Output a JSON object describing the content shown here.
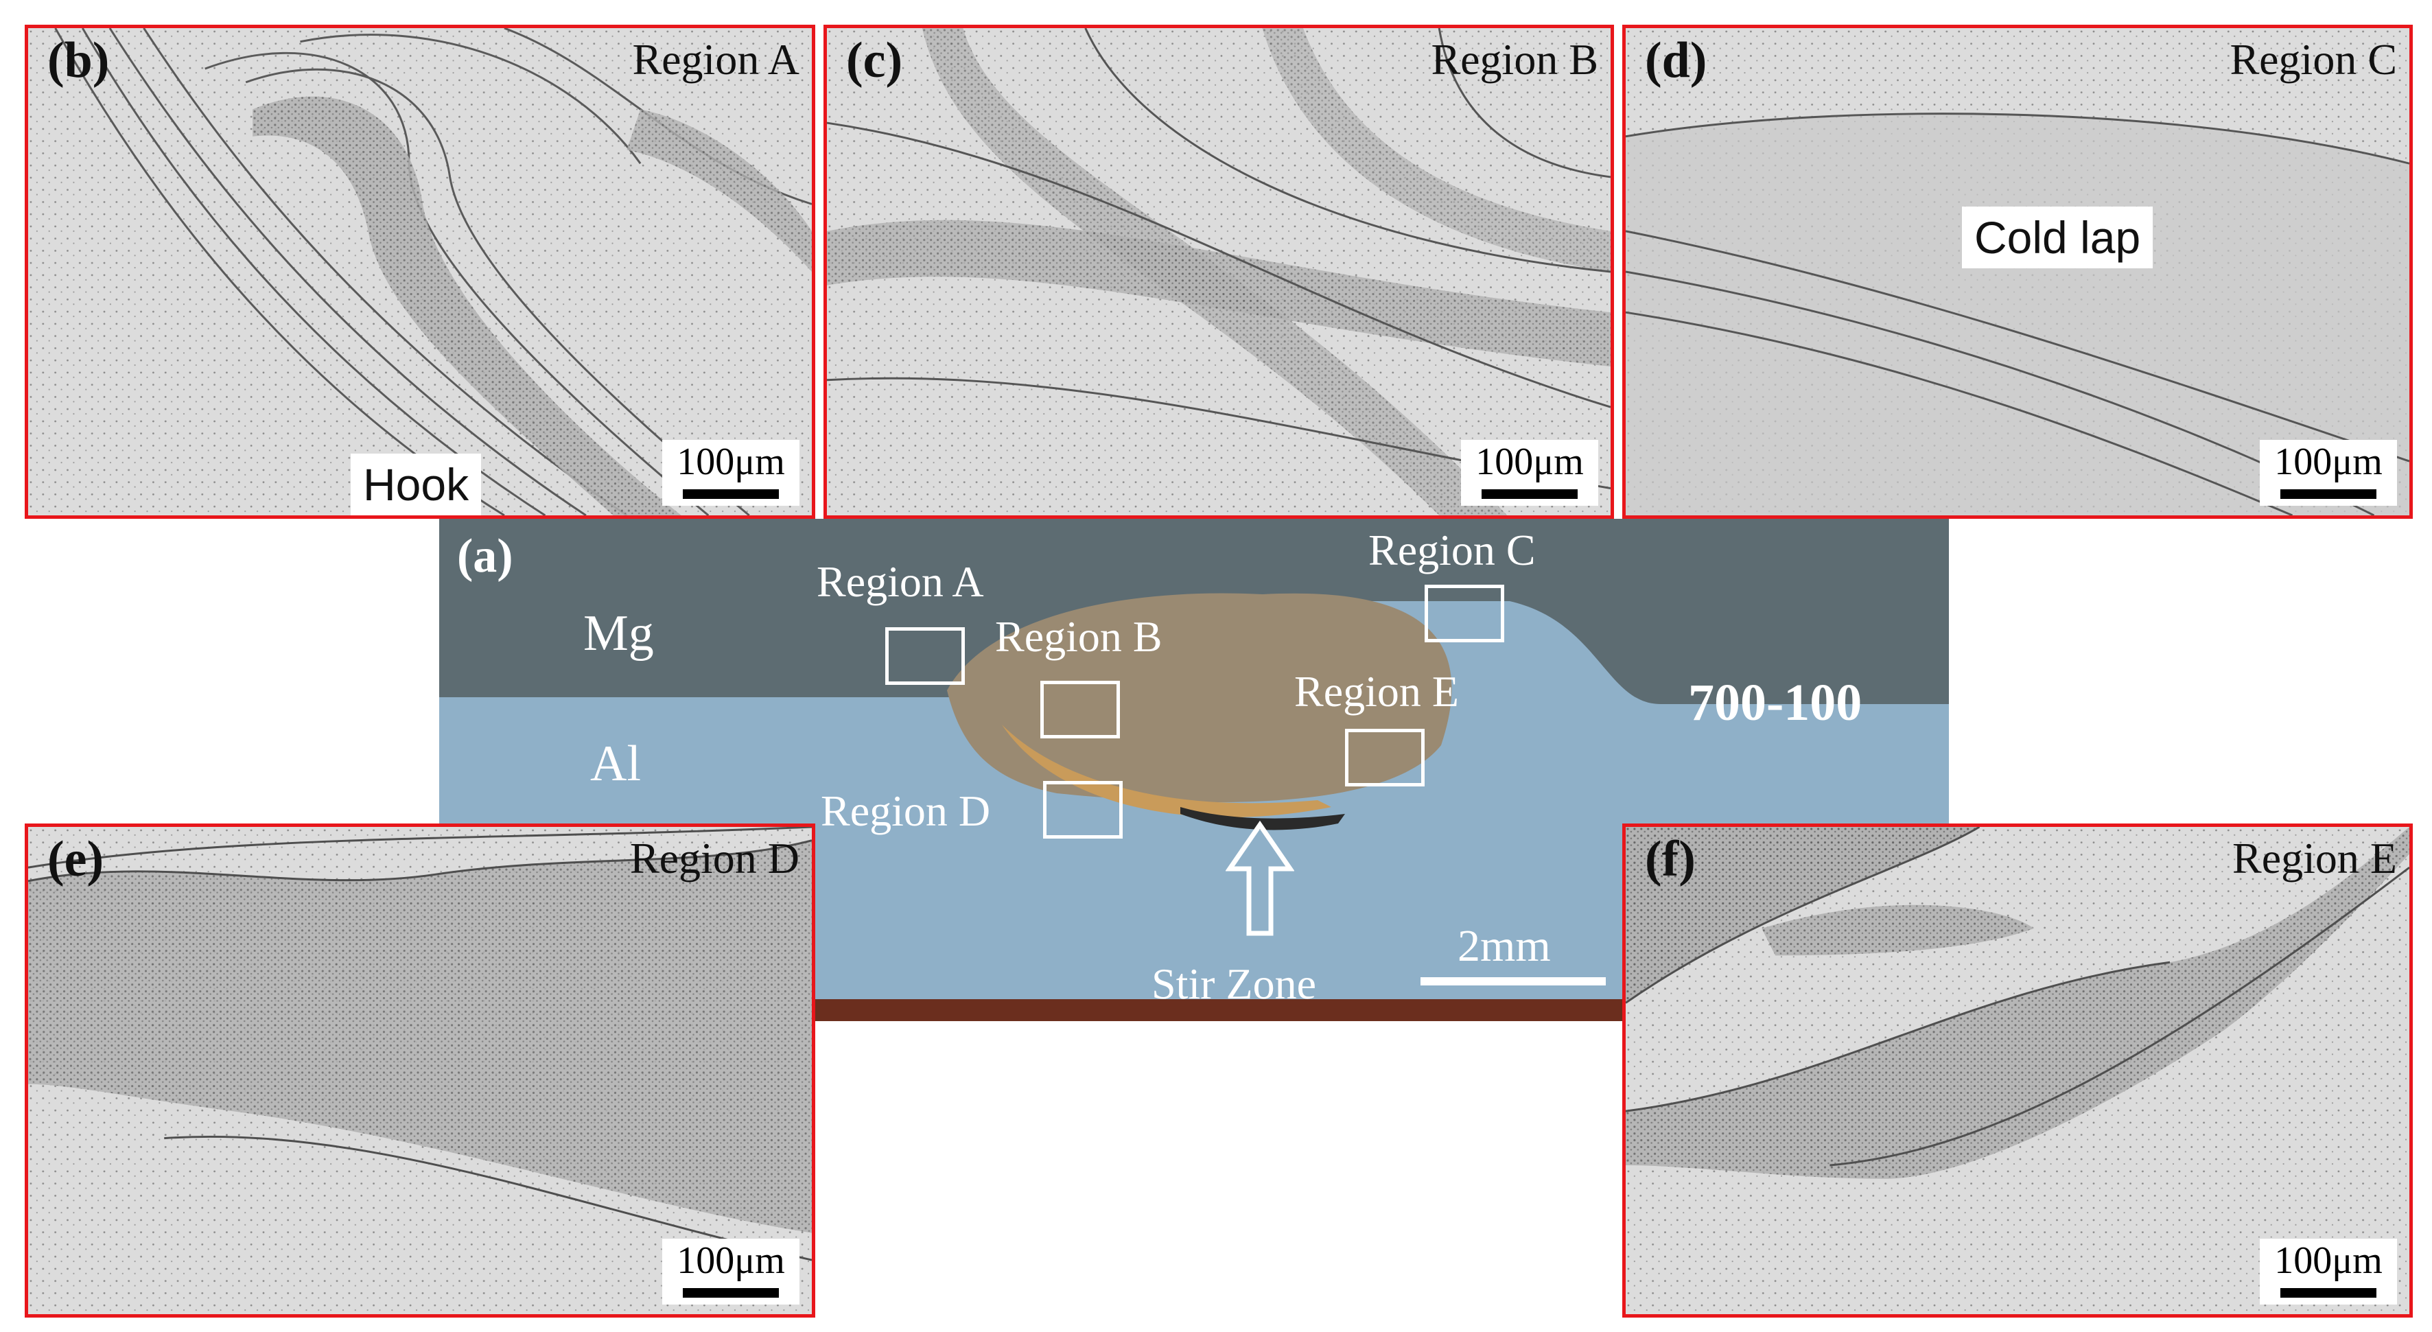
{
  "macro": {
    "panel_label": "(a)",
    "layer_top": "Mg",
    "layer_bottom": "Al",
    "sample_id": "700-100",
    "stir_zone_label": "Stir Zone",
    "scale_label": "2mm",
    "region_labels": {
      "a": "Region A",
      "b": "Region B",
      "c": "Region C",
      "d": "Region D",
      "e": "Region E"
    }
  },
  "panels": [
    {
      "id": "b",
      "panel_label": "(b)",
      "region": "Region A",
      "scale_label": "100μm",
      "tag": "Hook"
    },
    {
      "id": "c",
      "panel_label": "(c)",
      "region": "Region B",
      "scale_label": "100μm"
    },
    {
      "id": "d",
      "panel_label": "(d)",
      "region": "Region C",
      "scale_label": "100μm",
      "tag": "Cold lap"
    },
    {
      "id": "e",
      "panel_label": "(e)",
      "region": "Region D",
      "scale_label": "100μm"
    },
    {
      "id": "f",
      "panel_label": "(f)",
      "region": "Region E",
      "scale_label": "100μm"
    }
  ],
  "colors": {
    "frame": "#e8161b",
    "mg": "#5d6c72",
    "al": "#8fb0c8",
    "stir_zone": "#9a8a72",
    "micrograph_bg": "#dcdcdc",
    "ink": "#111111"
  }
}
